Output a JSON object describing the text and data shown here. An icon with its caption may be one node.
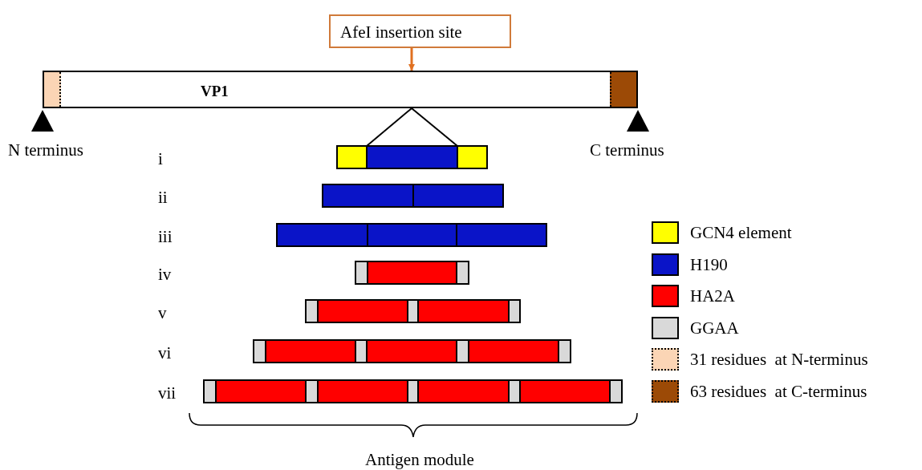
{
  "diagram": {
    "nodes": [
      {
        "text": [
          "AfeI insertion site"
        ]
      },
      {
        "text": [
          "VP1"
        ]
      },
      {
        "text": [],
        "shape": "bar"
      }
    ],
    "edges": [
      {
        "from": 0,
        "to": 1,
        "arrow": "to",
        "color": "#e07020"
      },
      {
        "from": 1,
        "to": 2,
        "arrow": "none"
      },
      {
        "from": 1,
        "to": 2,
        "arrow": "none"
      }
    ],
    "labels": [
      "N terminus",
      "C terminus",
      "i",
      "ii",
      "iii",
      "iv",
      "v",
      "vi",
      "vii",
      "Antigen module"
    ],
    "legend": [
      {
        "text": "GCN4 element",
        "color": "#ffff00"
      },
      {
        "text": "H190",
        "color": "#0a14c8"
      },
      {
        "text": "HA2A",
        "color": "#ff0000"
      },
      {
        "text": "GGAA",
        "color": "#d9d9d9"
      },
      {
        "text": "31 residues  at N-terminus",
        "color": "#fbd5b5"
      },
      {
        "text": "63 residues  at C-terminus",
        "color": "#9c4a06"
      }
    ]
  }
}
